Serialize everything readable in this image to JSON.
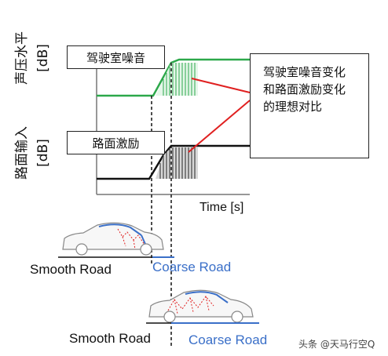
{
  "labels": {
    "upper_ylabel": "声压水平",
    "upper_yunit": "[dB]",
    "lower_ylabel": "路面输入",
    "lower_yunit": "[dB]",
    "box_cabin_noise": "驾驶室噪音",
    "box_road_excitation": "路面激励",
    "box_comparison": "驾驶室噪音变化和路面激励变化的理想对比",
    "xlabel": "Time [s]",
    "road_smooth_1": "Smooth Road",
    "road_coarse_1": "Coarse Road",
    "road_smooth_2": "Smooth Road",
    "road_coarse_2": "Coarse Road",
    "watermark": "头条 @天马行空Q"
  },
  "colors": {
    "cabin_noise_line": "#2ca84a",
    "road_excitation_line": "#111111",
    "callout_line": "#e02020",
    "coarse_road_text": "#3a6fc8",
    "smooth_road_text": "#111111"
  }
}
